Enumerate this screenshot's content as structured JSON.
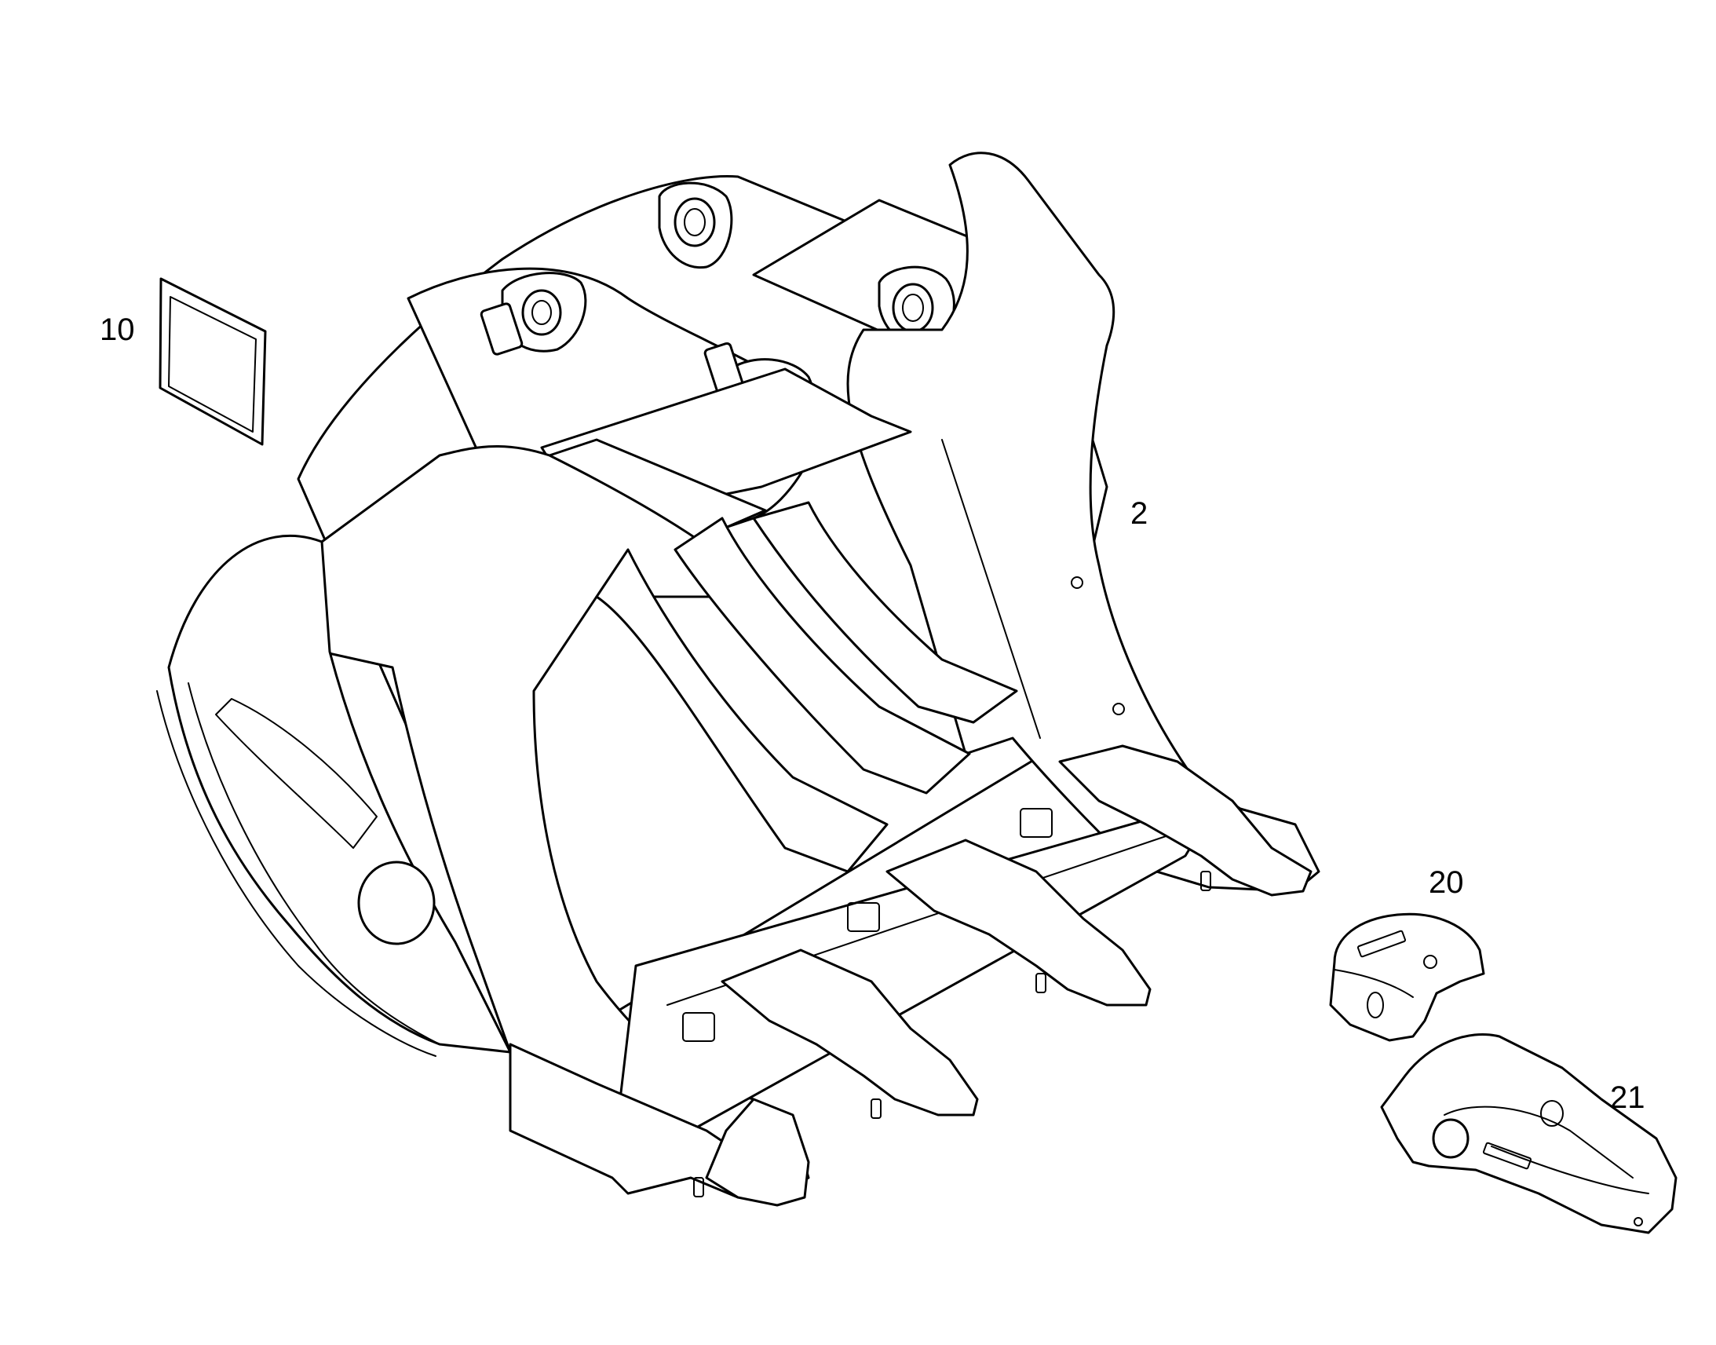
{
  "callouts": {
    "decal": "10",
    "bucket": "2",
    "adapter": "20",
    "tooth": "21"
  },
  "colors": {
    "line": "#000000",
    "background": "#ffffff"
  }
}
